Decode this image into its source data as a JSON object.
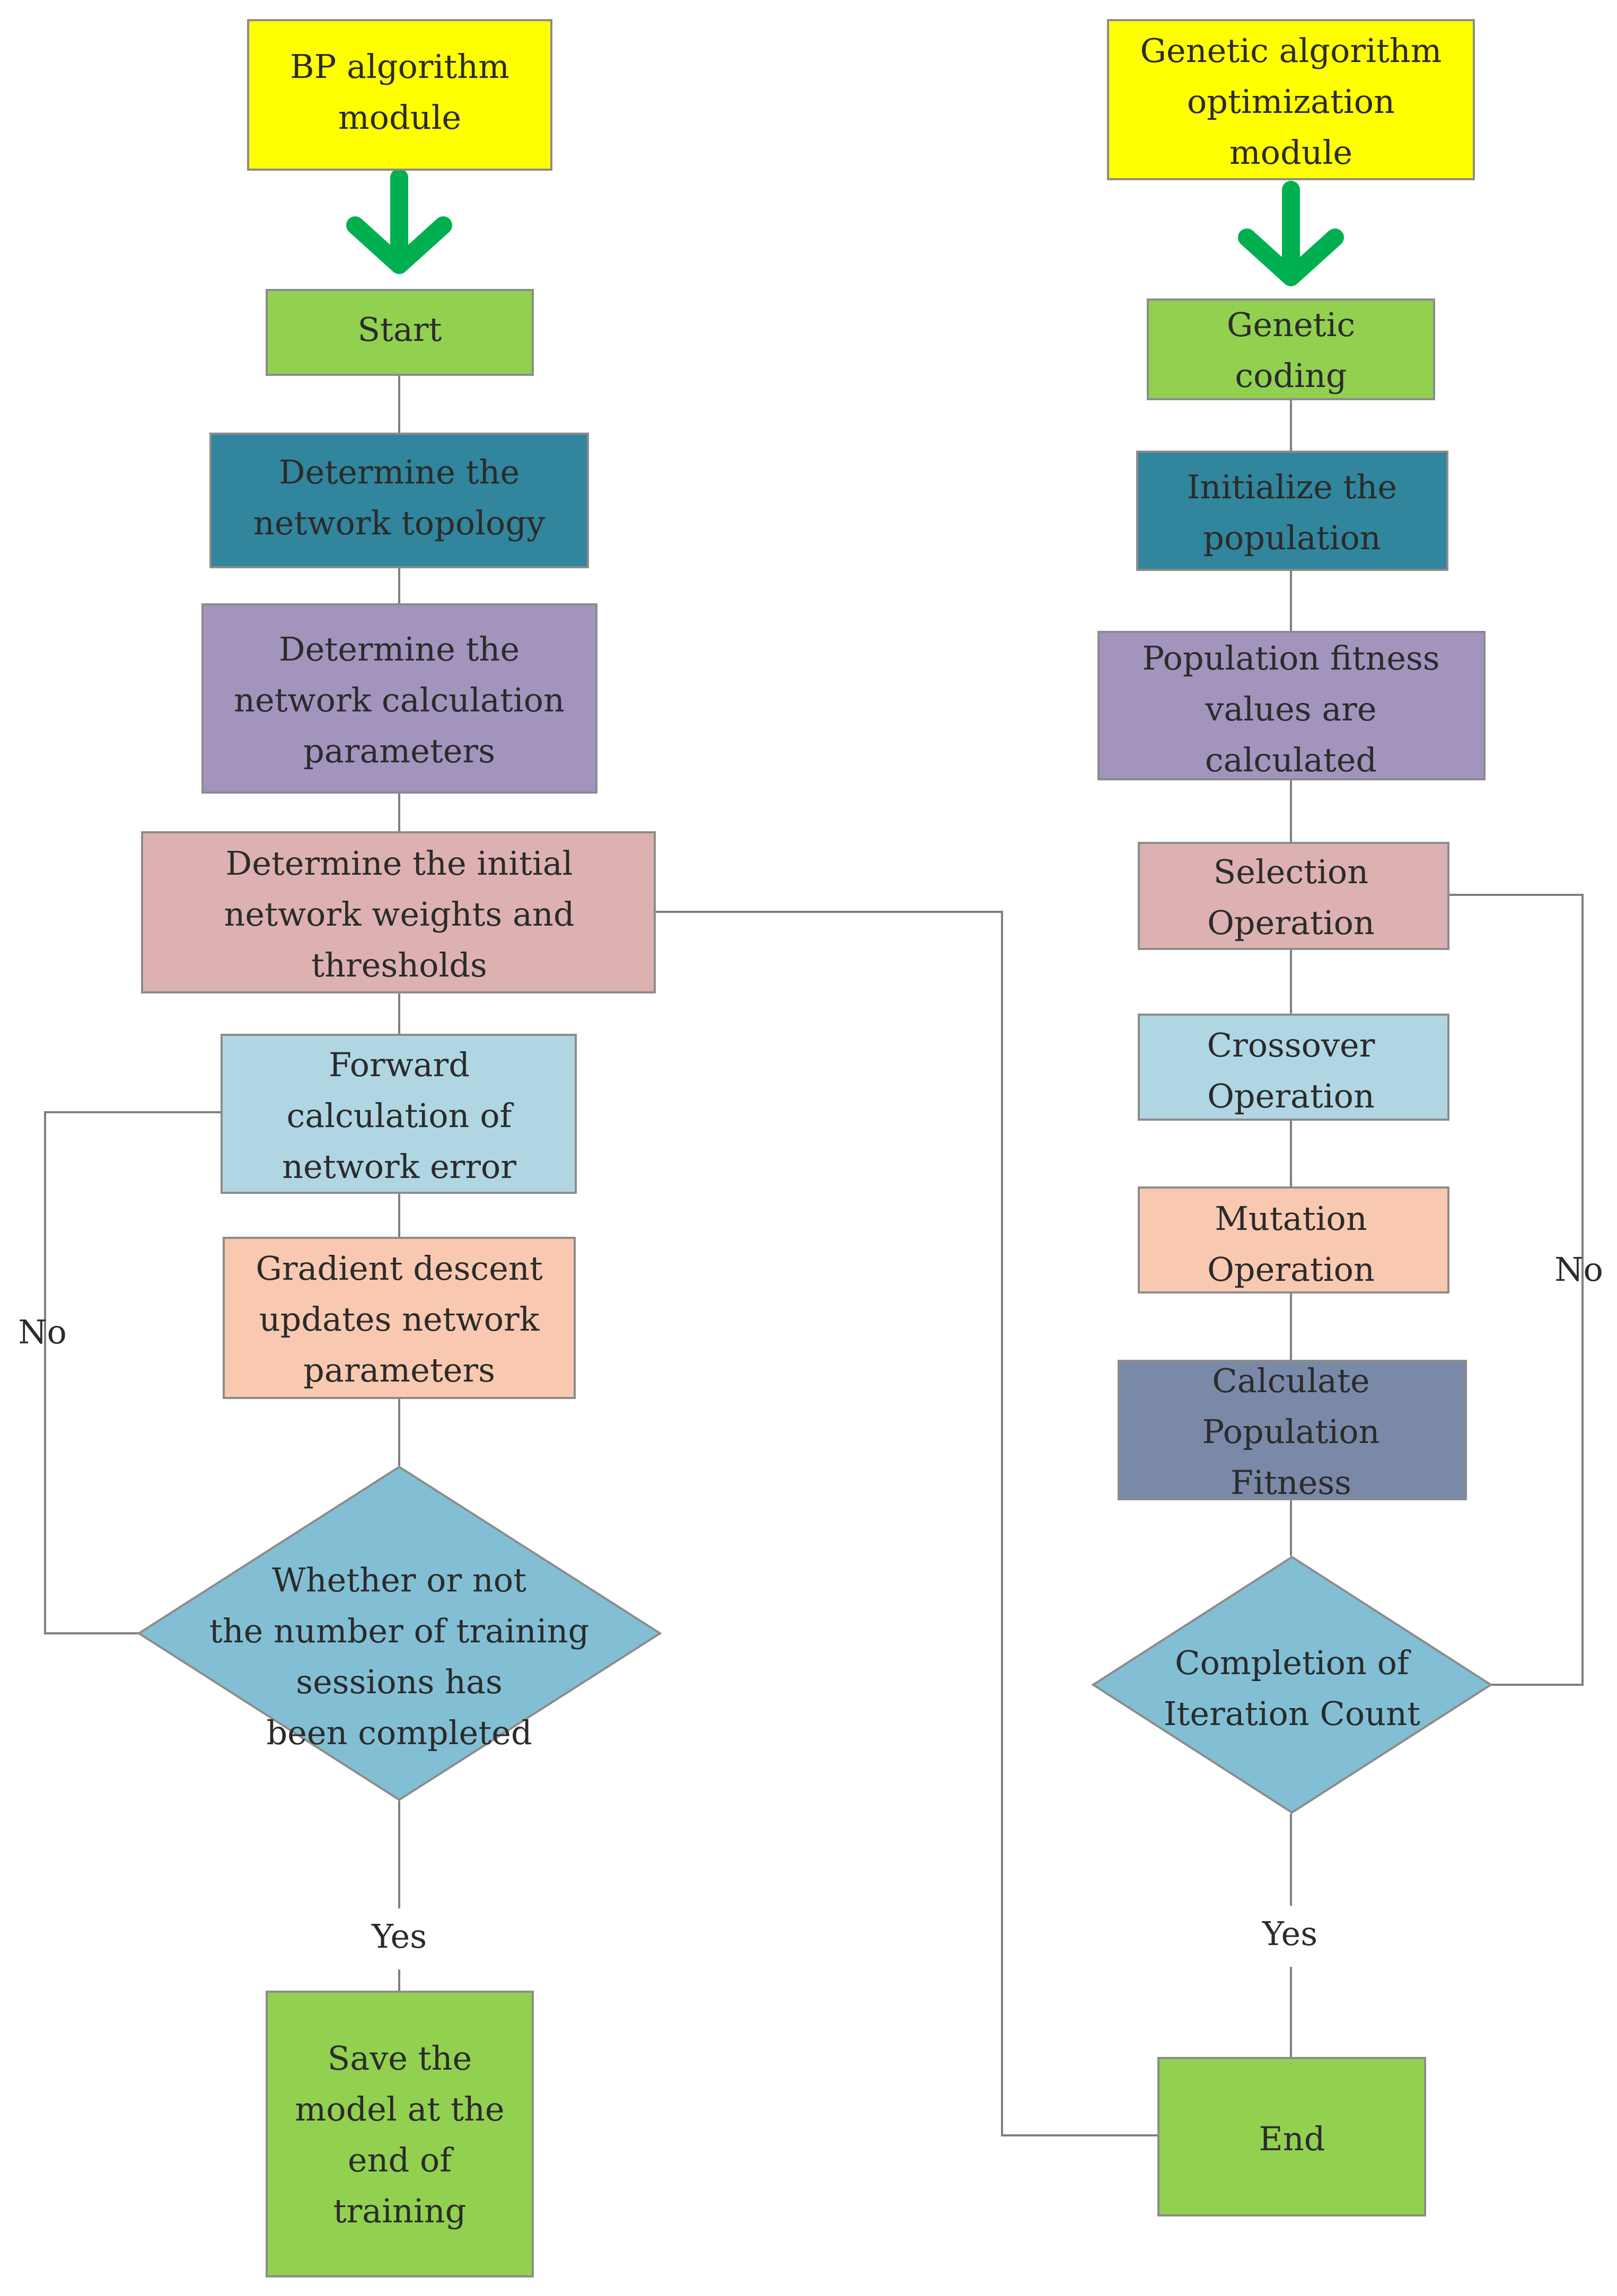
{
  "colors": {
    "yellow": "#ffff00",
    "green": "#92d050",
    "teal": "#31859c",
    "purple": "#a294bd",
    "pink": "#ddb1b1",
    "lightblue": "#b0d6e3",
    "peach": "#f8c9b0",
    "slate": "#7a89a8",
    "diamond": "#82bfd4",
    "arrow_green": "#00b050",
    "line": "#7f7f7f"
  },
  "left": {
    "header": [
      "BP algorithm",
      "module"
    ],
    "start": [
      "Start"
    ],
    "topology": [
      "Determine the",
      "network topology"
    ],
    "calc_params": [
      "Determine the",
      "network calculation",
      "parameters"
    ],
    "init_weights": [
      "Determine the initial",
      "network weights and",
      "thresholds"
    ],
    "forward": [
      "Forward",
      "calculation of",
      "network error"
    ],
    "gradient": [
      "Gradient descent",
      "updates network",
      "parameters"
    ],
    "decision": [
      "Whether or not",
      "the number of training",
      "sessions has",
      "been completed"
    ],
    "save": [
      "Save the",
      "model at the",
      "end of",
      "training"
    ],
    "no_label": "No",
    "yes_label": "Yes"
  },
  "right": {
    "header": [
      "Genetic algorithm",
      "optimization",
      "module"
    ],
    "coding": [
      "Genetic",
      "coding"
    ],
    "init_pop": [
      "Initialize the",
      "population"
    ],
    "fitness_values": [
      "Population fitness",
      "values are",
      "calculated"
    ],
    "selection": [
      "Selection",
      "Operation"
    ],
    "crossover": [
      "Crossover",
      "Operation"
    ],
    "mutation": [
      "Mutation",
      "Operation"
    ],
    "calc_fitness": [
      "Calculate",
      "Population",
      "Fitness"
    ],
    "decision": [
      "Completion of",
      "Iteration Count"
    ],
    "end": [
      "End"
    ],
    "no_label": "No",
    "yes_label": "Yes"
  }
}
